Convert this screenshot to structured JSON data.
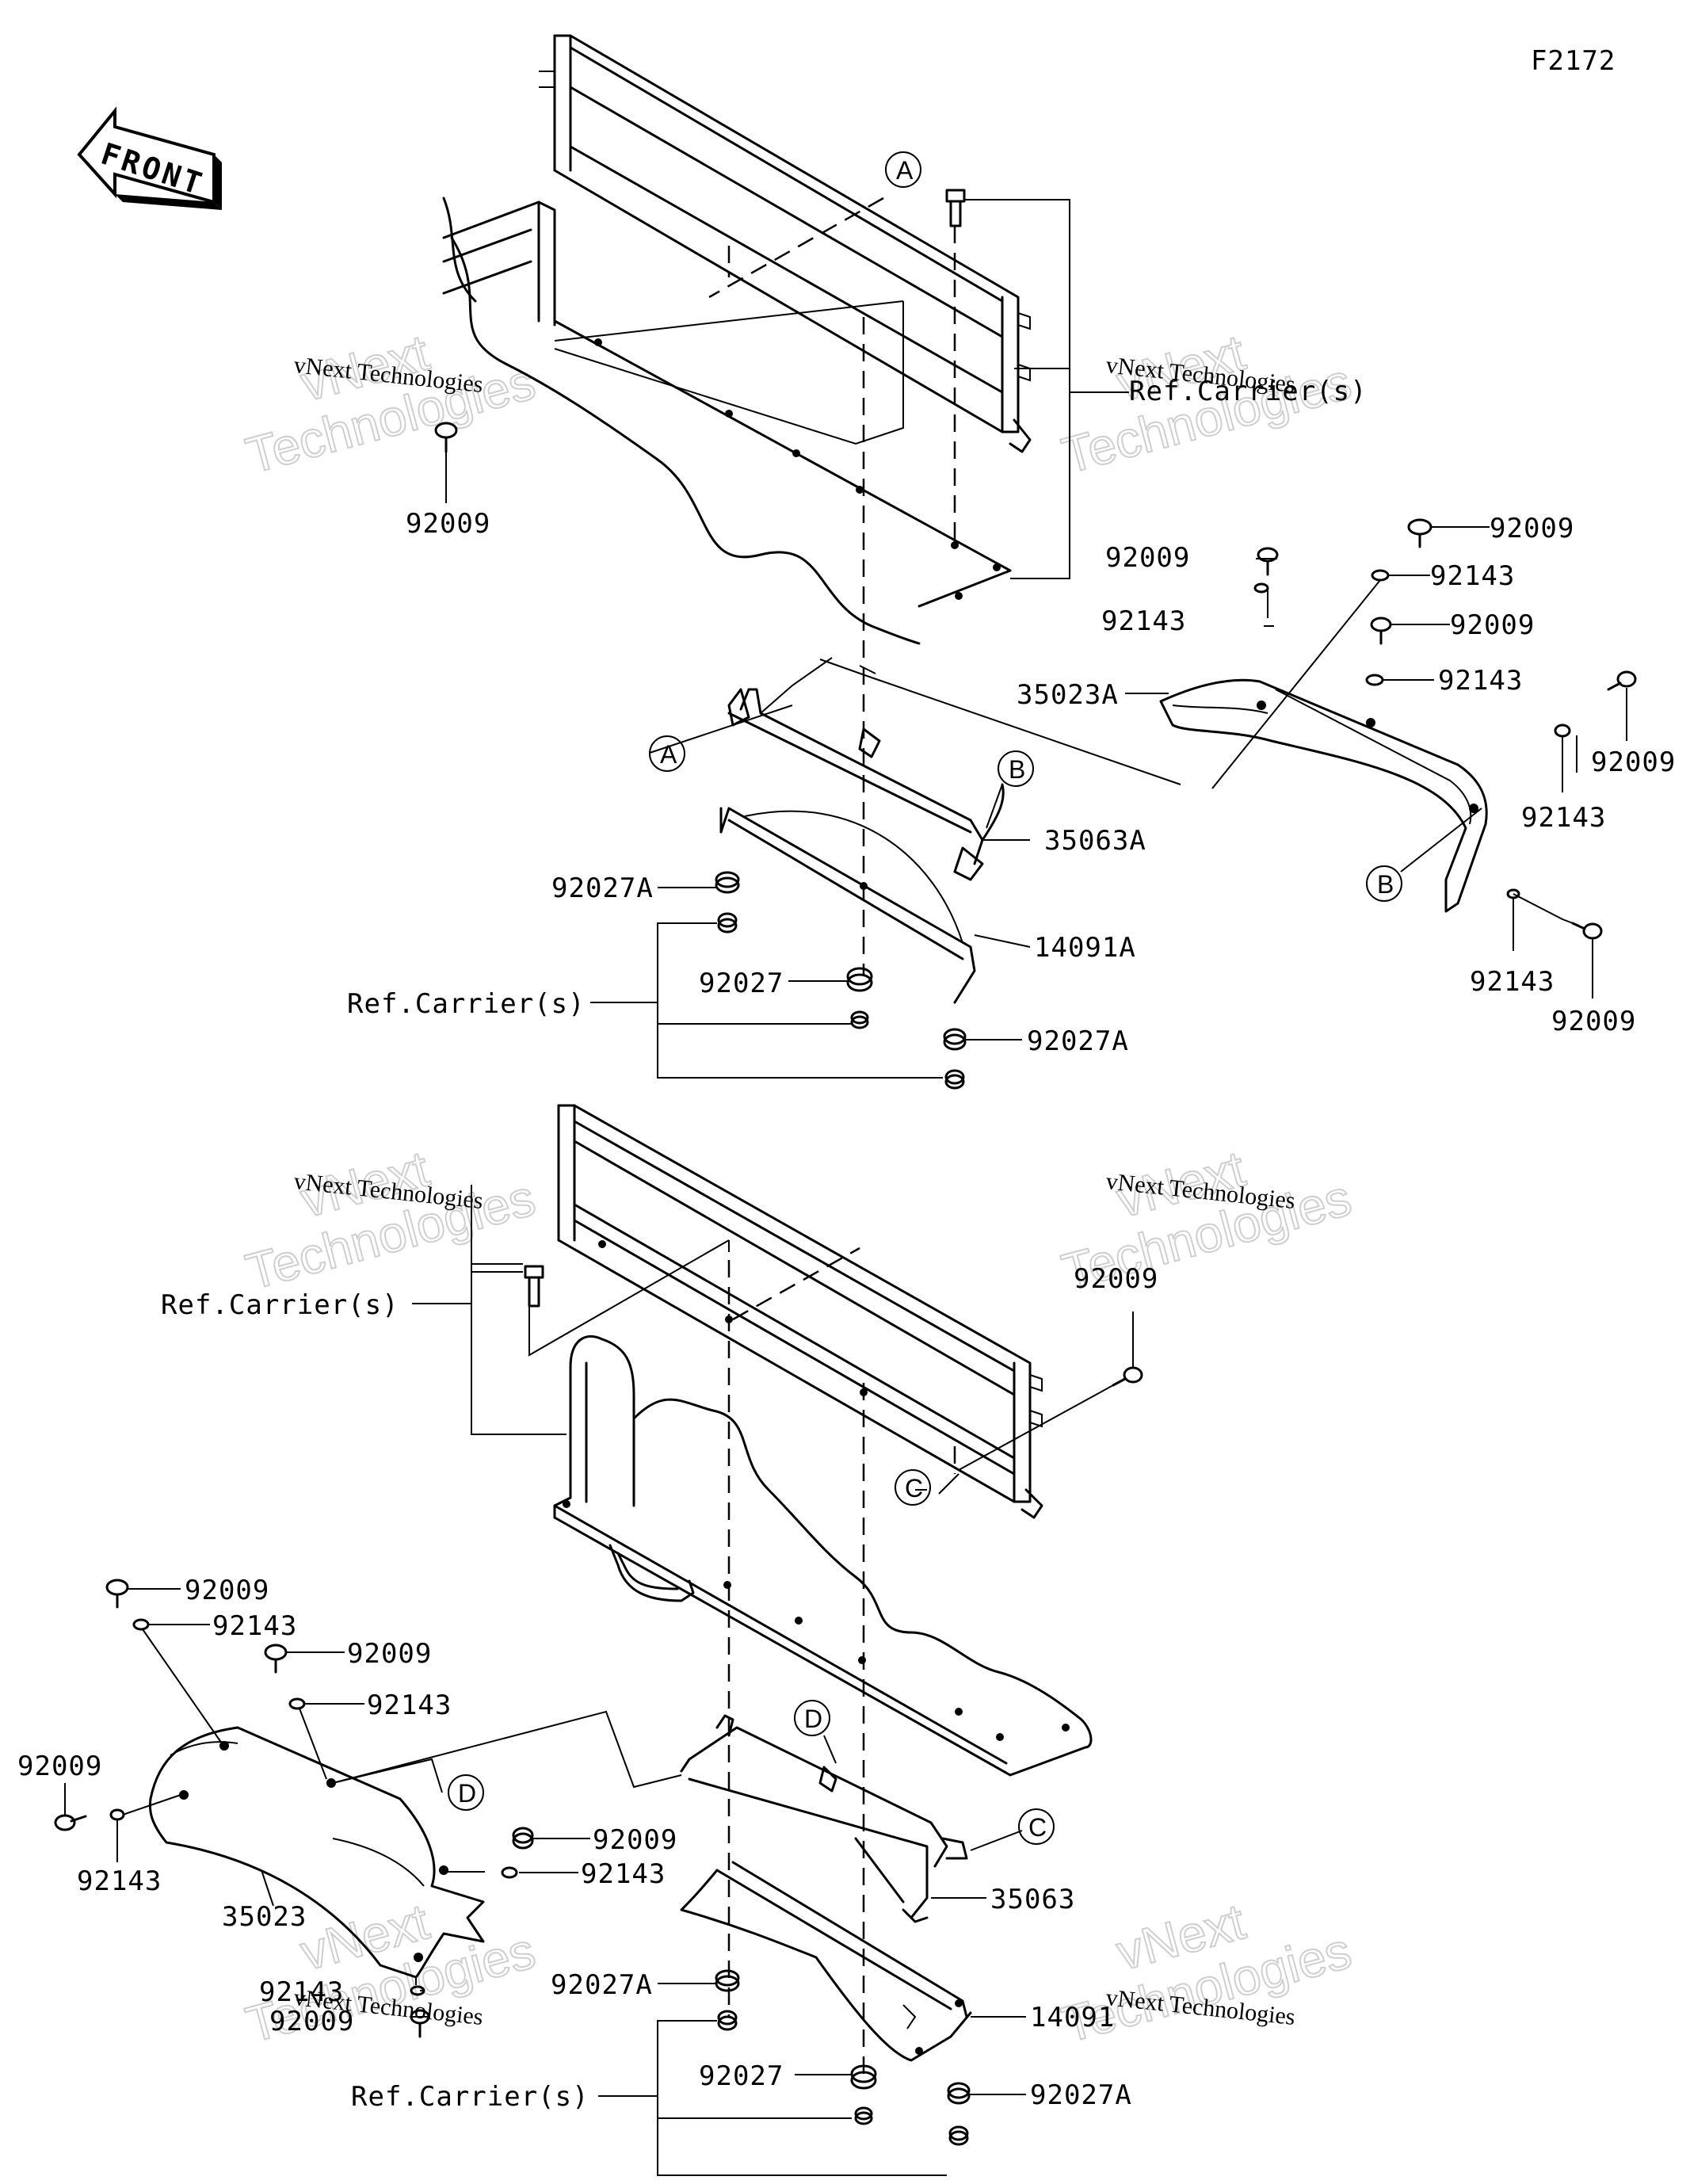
{
  "figure_code": "F2172",
  "front_arrow_label": "FRONT",
  "watermark": {
    "line1": "vNext Technologies",
    "big_a": "vNext",
    "big_b": "Technologies"
  },
  "callouts": {
    "a": "A",
    "b": "B",
    "c": "C",
    "d": "D"
  },
  "part_numbers": {
    "p92009": "92009",
    "p92143": "92143",
    "p92027": "92027",
    "p92027A": "92027A",
    "p35023": "35023",
    "p35023A": "35023A",
    "p35063": "35063",
    "p35063A": "35063A",
    "p14091": "14091",
    "p14091A": "14091A"
  },
  "references": {
    "carrier": "Ref.Carrier(s)"
  }
}
